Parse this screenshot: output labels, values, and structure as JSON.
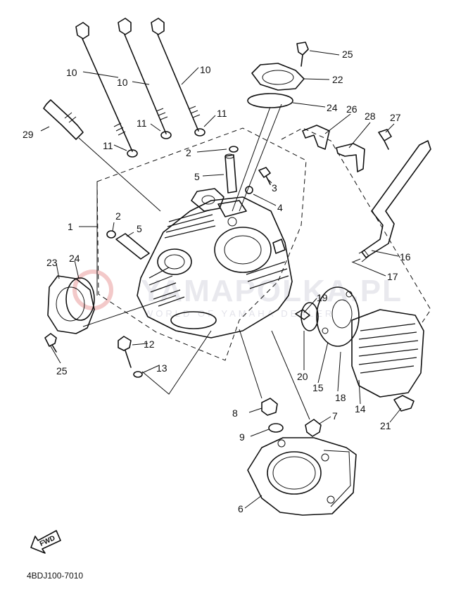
{
  "watermark": {
    "text": "YAMAPOLKA.PL",
    "subtext": "WORLD OF YAMAHA DEALER"
  },
  "colors": {
    "line": "#111111",
    "watermark": "#e6e6ee",
    "watermark_logo": "#f3c9c9"
  },
  "diagram_code": "4BDJ100-7010",
  "fwd_label": "FWD",
  "callouts": {
    "c1": "1",
    "c2a": "2",
    "c2b": "2",
    "c3": "3",
    "c4": "4",
    "c5a": "5",
    "c5b": "5",
    "c6": "6",
    "c7": "7",
    "c8": "8",
    "c9": "9",
    "c10a": "10",
    "c10b": "10",
    "c10c": "10",
    "c11a": "11",
    "c11b": "11",
    "c11c": "11",
    "c12": "12",
    "c13": "13",
    "c14": "14",
    "c15": "15",
    "c16": "16",
    "c17": "17",
    "c18": "18",
    "c19": "19",
    "c20": "20",
    "c21": "21",
    "c22": "22",
    "c23": "23",
    "c24a": "24",
    "c24b": "24",
    "c25a": "25",
    "c25b": "25",
    "c26": "26",
    "c27": "27",
    "c28": "28",
    "c29": "29"
  }
}
